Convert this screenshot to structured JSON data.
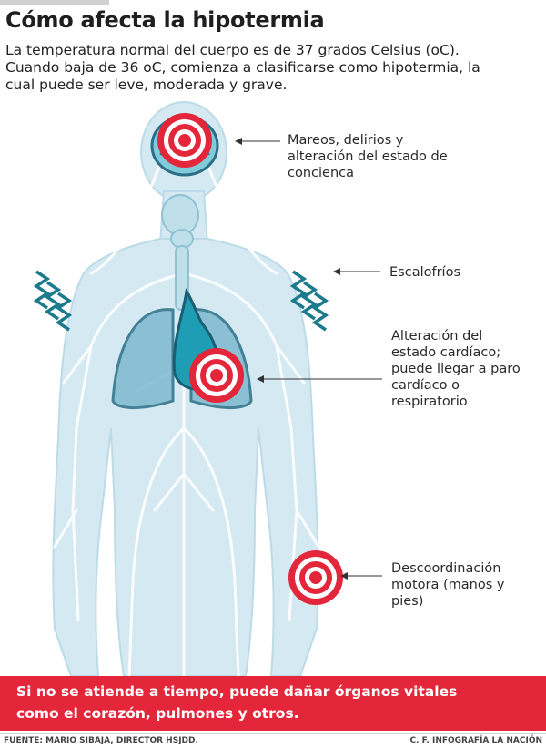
{
  "header": {
    "title": "Cómo afecta la hipotermia",
    "intro_lines": [
      "La temperatura normal del cuerpo es de 37 grados Celsius (oC).",
      "Cuando baja de 36 oC, comienza a clasificarse como hipotermia, la",
      "cual puede ser leve, moderada y grave."
    ]
  },
  "labels": {
    "brain": [
      "Mareos, delirios y",
      "alteración del estado de",
      "concienca"
    ],
    "chills": [
      "Escalofríos"
    ],
    "heart": [
      "Alteración del",
      "estado cardíaco;",
      "puede llegar a paro",
      "cardíaco o",
      "respiratorio"
    ],
    "hands": [
      "Descoordinación",
      "motora (manos y",
      "pies)"
    ]
  },
  "callout": {
    "lines": [
      "Si no se atiende a tiempo, puede dañar órganos vitales",
      "como el corazón, pulmones y otros."
    ]
  },
  "footer": {
    "source": "FUENTE: MARIO SIBAJA, DIRECTOR HSJDD.",
    "credit": "C. F. INFOGRAFÍA LA NACIÓN"
  },
  "colors": {
    "accent": "#e3263a",
    "body_fill": "#cfe6f0",
    "organ_fill": "#6fc3d3",
    "organ_stroke": "#2b6e86",
    "chill_marks": "#1b7a8c"
  },
  "icons": [
    "target-icon",
    "chill-zigzag-icon"
  ]
}
